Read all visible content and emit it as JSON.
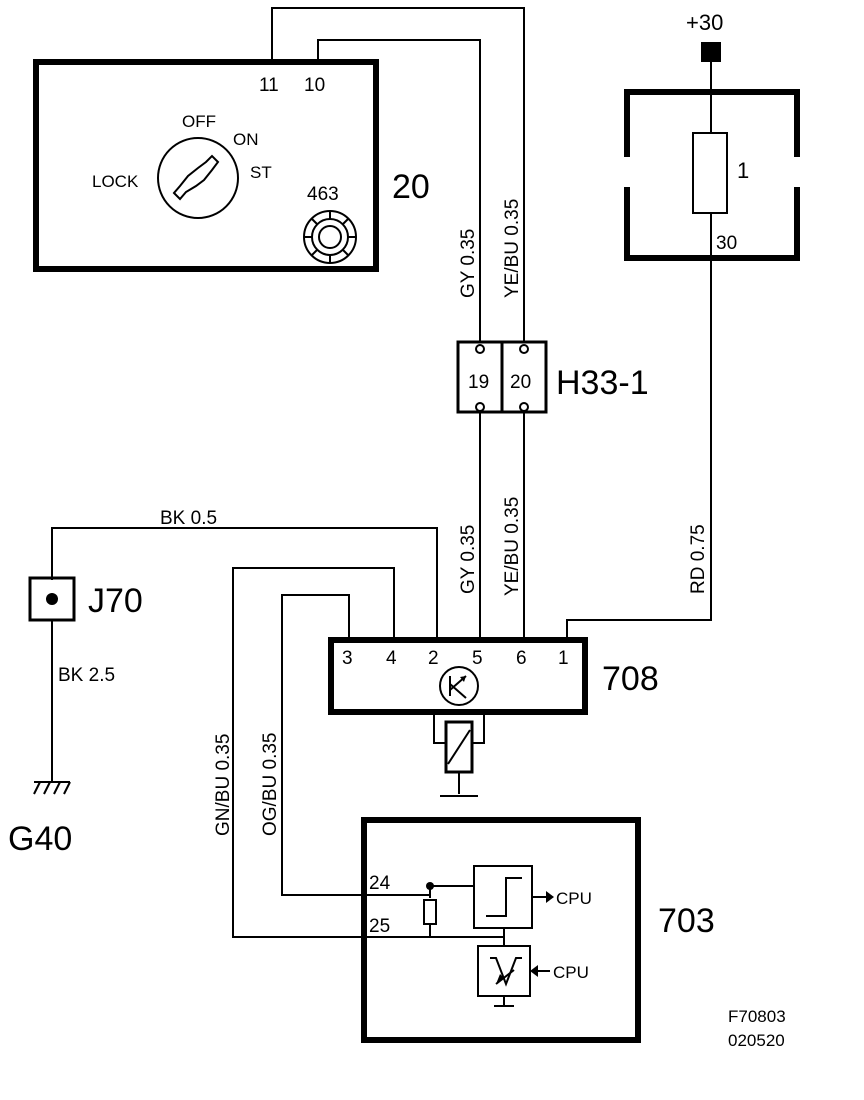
{
  "components": {
    "ignition_switch": {
      "id": "20",
      "pins": {
        "p11": "11",
        "p10": "10"
      },
      "positions": {
        "off": "OFF",
        "on": "ON",
        "lock": "LOCK",
        "st": "ST"
      },
      "sub_component": "463"
    },
    "fuse": {
      "supply": "+30",
      "id": "1",
      "pin": "30"
    },
    "connector": {
      "id": "H33-1",
      "pins": [
        "19",
        "20"
      ]
    },
    "ground_point": {
      "id": "J70"
    },
    "ground": {
      "id": "G40"
    },
    "module_708": {
      "id": "708",
      "pins": [
        "3",
        "4",
        "2",
        "5",
        "6",
        "1"
      ]
    },
    "module_703": {
      "id": "703",
      "pins": [
        "24",
        "25"
      ],
      "cpu_label_1": "CPU",
      "cpu_label_2": "CPU"
    }
  },
  "wires": {
    "gy_upper": "GY  0.35",
    "yebu_upper": "YE/BU  0.35",
    "gy_lower": "GY  0.35",
    "yebu_lower": "YE/BU  0.35",
    "rd": "RD  0.75",
    "bk_top": "BK  0.5",
    "bk_ground": "BK  2.5",
    "gnbu": "GN/BU   0.35",
    "ogbu": "OG/BU   0.35"
  },
  "footer": {
    "figure_id": "F70803",
    "date_code": "020520"
  }
}
